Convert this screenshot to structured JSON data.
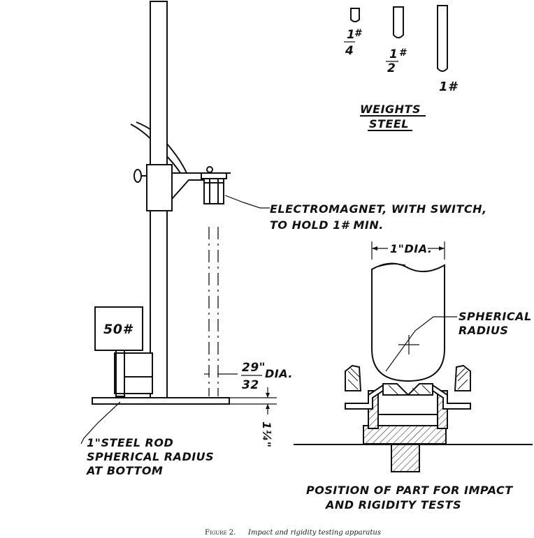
{
  "weights": {
    "quarter": {
      "num": "1",
      "den": "4",
      "unit": "#"
    },
    "half": {
      "num": "1",
      "den": "2",
      "unit": "#"
    },
    "one": "1#",
    "title_line1": "WEIGHTS",
    "title_line2": "STEEL"
  },
  "apparatus": {
    "electromagnet_line1": "ELECTROMAGNET, WITH SWITCH,",
    "electromagnet_line2": "TO HOLD 1# MIN.",
    "weight_label": "50#",
    "dia_num": "29\"",
    "dia_den": "32",
    "dia_unit": "DIA.",
    "height_label": "1¼\"",
    "rod_line1": "1\"STEEL ROD",
    "rod_line2": "SPHERICAL RADIUS",
    "rod_line3": "AT BOTTOM"
  },
  "detail": {
    "dia_label": "1\"DIA.",
    "radius_line1": "SPHERICAL",
    "radius_line2": "RADIUS",
    "position_line1": "POSITION OF PART FOR IMPACT",
    "position_line2": "AND RIGIDITY TESTS"
  },
  "caption": {
    "title": "Figure 2.",
    "text": "Impact and rigidity testing apparatus"
  }
}
